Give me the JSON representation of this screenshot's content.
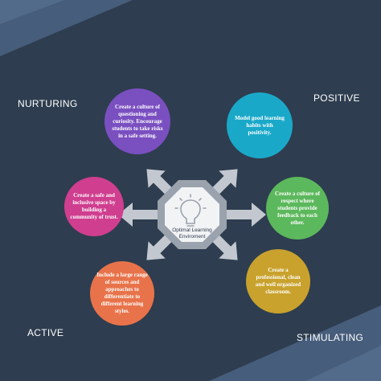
{
  "labels": {
    "nurturing": "NURTURING",
    "positive": "POSITIVE",
    "active": "ACTIVE",
    "stimulating": "STIMULATING"
  },
  "center": {
    "title": "Optimal Learning Enviroment",
    "icon": "lightbulb-icon"
  },
  "bubbles": {
    "curiosity": {
      "text": "Create a culture of questioning and curiosity. Encourage students to take risks in a safe setting.",
      "color": "#7a4fc0"
    },
    "model": {
      "text": "Model good learning habits with positivity.",
      "color": "#1aa8c9"
    },
    "respect": {
      "text": "Create a culture of respect where students provide feedback to each other.",
      "color": "#5cb85c"
    },
    "organized": {
      "text": "Create a professional, clean and well organized classroom.",
      "color": "#c9a22d"
    },
    "sources": {
      "text": "Include a large range of sources and approaches to differentiate to different learning styles.",
      "color": "#e8734a"
    },
    "safe": {
      "text": "Create a safe and inclusive space by building a community of trust.",
      "color": "#cf3e8f"
    }
  },
  "colors": {
    "background": "#2e3d4f",
    "arrow": "#c3c8d0",
    "hub_outer": "#9aa2ad",
    "hub_inner": "#f2f3f5"
  }
}
